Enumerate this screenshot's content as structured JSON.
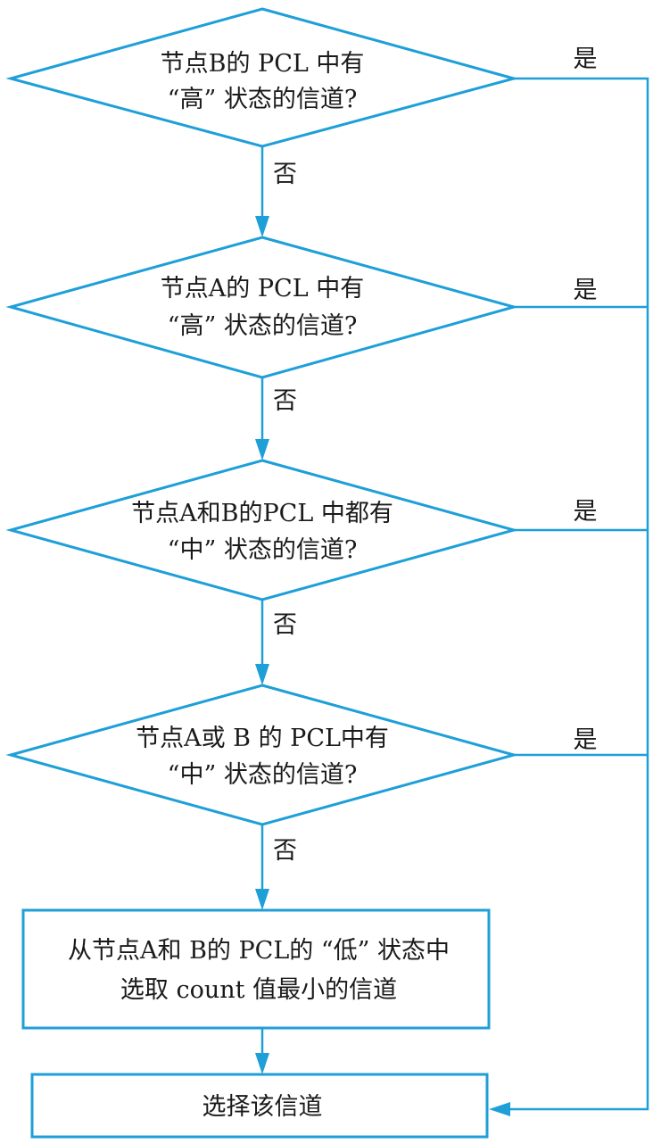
{
  "flowchart": {
    "decisions": [
      {
        "line1": "节点B的 PCL 中有",
        "line2": "“高” 状态的信道?"
      },
      {
        "line1": "节点A的 PCL 中有",
        "line2": "“高” 状态的信道?"
      },
      {
        "line1": "节点A和B的PCL 中都有",
        "line2": "“中” 状态的信道?"
      },
      {
        "line1": "节点A或 B 的 PCL中有",
        "line2": "“中” 状态的信道?"
      }
    ],
    "yes_label": "是",
    "no_label": "否",
    "process": {
      "line1": "从节点A和 B的 PCL的 “低” 状态中",
      "line2": "选取 count 值最小的信道"
    },
    "terminal": {
      "label": "选择该信道"
    }
  },
  "colors": {
    "accent": "#1e9fd8",
    "text": "#1a1a1a"
  }
}
